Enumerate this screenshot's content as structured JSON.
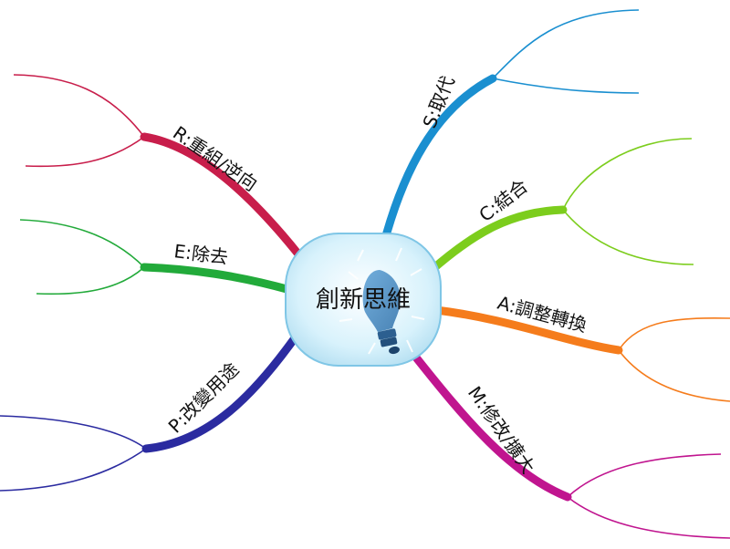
{
  "center": {
    "label": "創新思維",
    "icon": "lightbulb-icon",
    "fill": "#cfeefa",
    "stroke": "#7fc6e6"
  },
  "branches": [
    {
      "id": "s",
      "label": "S:取代",
      "color": "#1a8fd0"
    },
    {
      "id": "c",
      "label": "C:結合",
      "color": "#7ccd1d"
    },
    {
      "id": "a",
      "label": "A:調整轉換",
      "color": "#f57c1c"
    },
    {
      "id": "m",
      "label": "M:修改/擴大",
      "color": "#c0158f"
    },
    {
      "id": "p",
      "label": "P:改變用途",
      "color": "#2b2ba0"
    },
    {
      "id": "e",
      "label": "E:除去",
      "color": "#22aa3a"
    },
    {
      "id": "r",
      "label": "R:重組/逆向",
      "color": "#c81e4b"
    }
  ]
}
